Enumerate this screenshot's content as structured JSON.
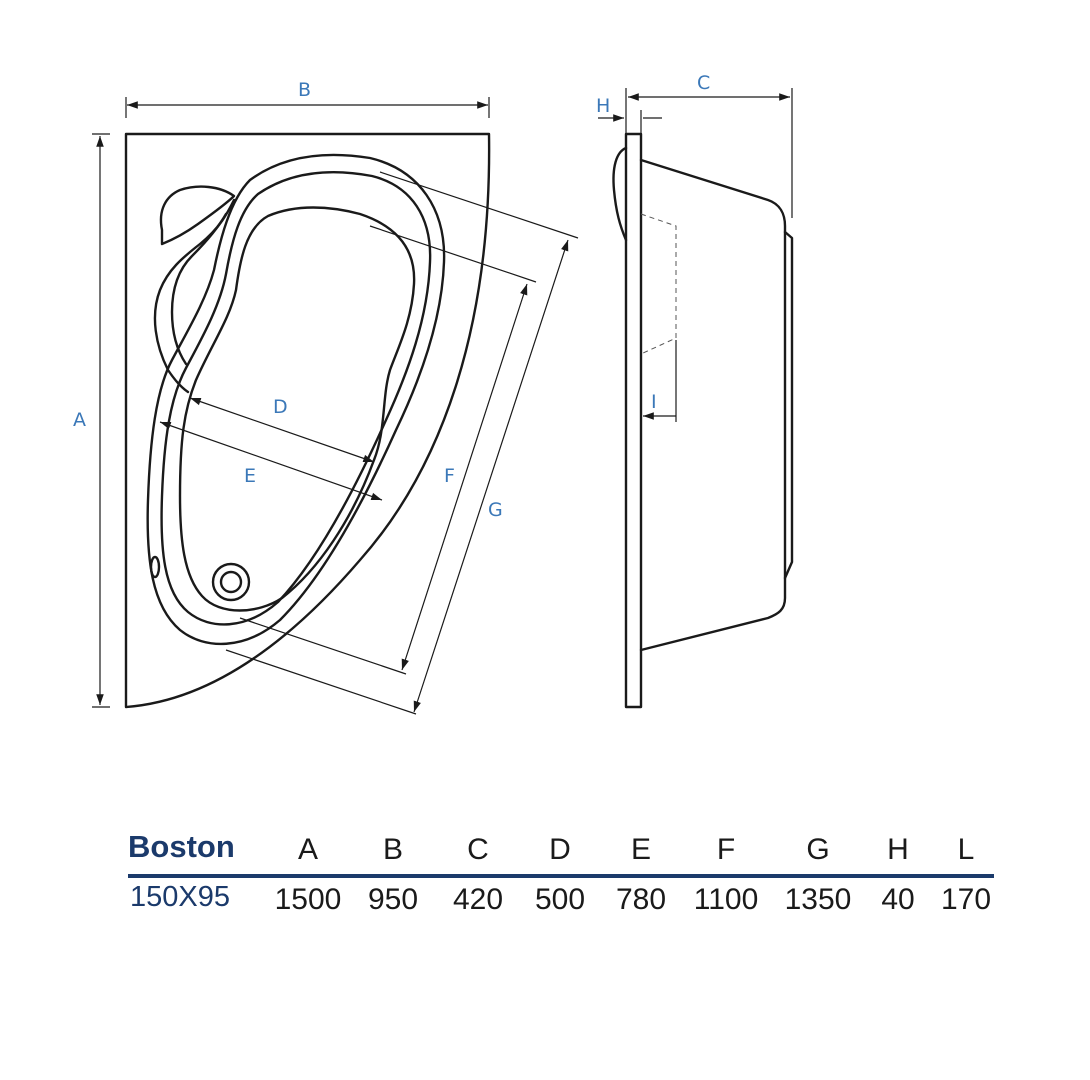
{
  "dimension_labels": {
    "A": "A",
    "B": "B",
    "C": "C",
    "D": "D",
    "E": "E",
    "F": "F",
    "G": "G",
    "H": "H",
    "I": "I"
  },
  "table": {
    "model": "Boston",
    "variant": "150X95",
    "columns": [
      "A",
      "B",
      "C",
      "D",
      "E",
      "F",
      "G",
      "H",
      "L"
    ],
    "values": [
      "1500",
      "950",
      "420",
      "500",
      "780",
      "1100",
      "1350",
      "40",
      "170"
    ]
  },
  "colors": {
    "label_blue": "#3b78b8",
    "table_navy": "#1b3a6b",
    "line": "#1a1a1a"
  }
}
